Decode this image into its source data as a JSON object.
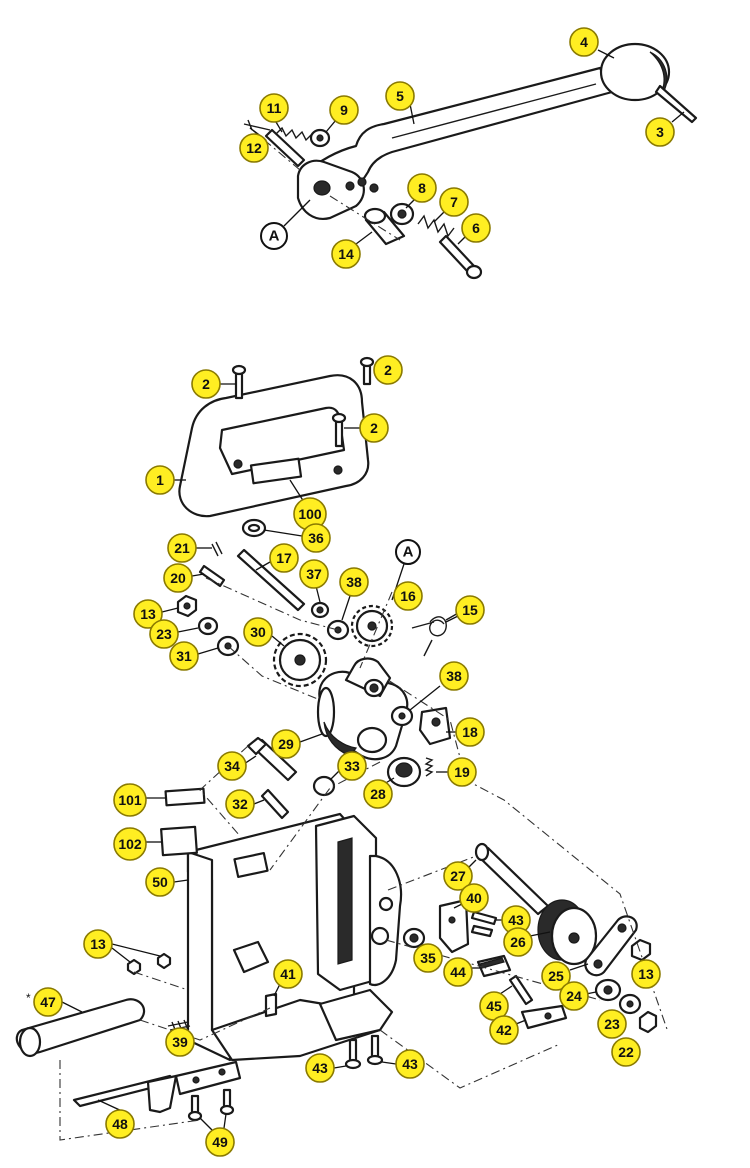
{
  "labels": {
    "l1": "1",
    "l2a": "2",
    "l2b": "2",
    "l2c": "2",
    "l3": "3",
    "l4": "4",
    "l5": "5",
    "l6": "6",
    "l7": "7",
    "l8": "8",
    "l9": "9",
    "l11": "11",
    "l12": "12",
    "l13a": "13",
    "l13b": "13",
    "l13c": "13",
    "l14": "14",
    "l15": "15",
    "l16": "16",
    "l17": "17",
    "l18": "18",
    "l19": "19",
    "l20": "20",
    "l21": "21",
    "l22": "22",
    "l23a": "23",
    "l23b": "23",
    "l24": "24",
    "l25": "25",
    "l26": "26",
    "l27": "27",
    "l28": "28",
    "l29": "29",
    "l30": "30",
    "l31": "31",
    "l32": "32",
    "l33": "33",
    "l34": "34",
    "l35": "35",
    "l36": "36",
    "l37": "37",
    "l38a": "38",
    "l38b": "38",
    "l39": "39",
    "l40": "40",
    "l41": "41",
    "l42": "42",
    "l43a": "43",
    "l43b": "43",
    "l43c": "43",
    "l44": "44",
    "l45": "45",
    "l47": "47",
    "l48": "48",
    "l49": "49",
    "l50": "50",
    "l100": "100",
    "l101": "101",
    "l102": "102"
  },
  "refs": {
    "a_top": "A",
    "a_gear": "A"
  },
  "marks": {
    "star47": "*"
  },
  "colors": {
    "badge": "#ffee22",
    "ink": "#1a1a1a"
  }
}
